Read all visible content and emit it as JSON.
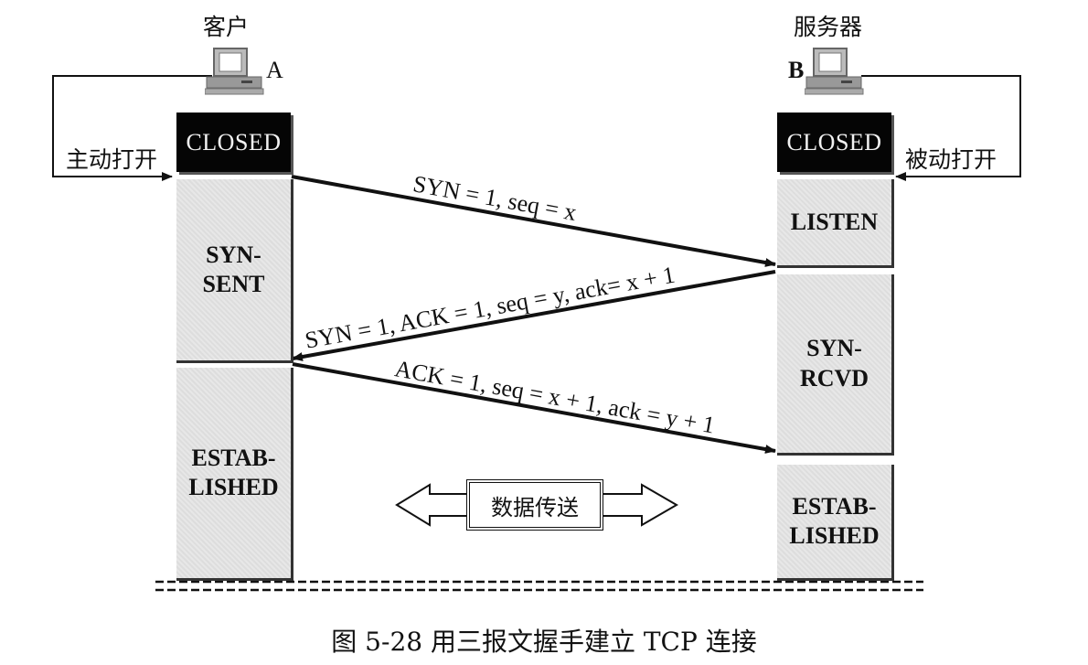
{
  "client": {
    "role_label": "客户",
    "host_label": "A",
    "open_action": "主动打开",
    "states": [
      "CLOSED",
      "SYN-SENT",
      "ESTABLISHED"
    ],
    "states_display": {
      "closed": "CLOSED",
      "syn_sent_line1": "SYN-",
      "syn_sent_line2": "SENT",
      "established_line1": "ESTAB-",
      "established_line2": "LISHED"
    }
  },
  "server": {
    "role_label": "服务器",
    "host_label": "B",
    "open_action": "被动打开",
    "states": [
      "CLOSED",
      "LISTEN",
      "SYN-RCVD",
      "ESTABLISHED"
    ],
    "states_display": {
      "closed": "CLOSED",
      "listen": "LISTEN",
      "syn_rcvd_line1": "SYN-",
      "syn_rcvd_line2": "RCVD",
      "established_line1": "ESTAB-",
      "established_line2": "LISHED"
    }
  },
  "messages": [
    {
      "from": "A",
      "to": "B",
      "label": "SYN = 1, seq = x"
    },
    {
      "from": "B",
      "to": "A",
      "label": "SYN = 1, ACK = 1, seq = y, ack= x + 1"
    },
    {
      "from": "A",
      "to": "B",
      "label": "ACK = 1, seq = x + 1, ack = y + 1"
    }
  ],
  "data_transfer_label": "数据传送",
  "caption": "图 5-28  用三报文握手建立 TCP 连接"
}
